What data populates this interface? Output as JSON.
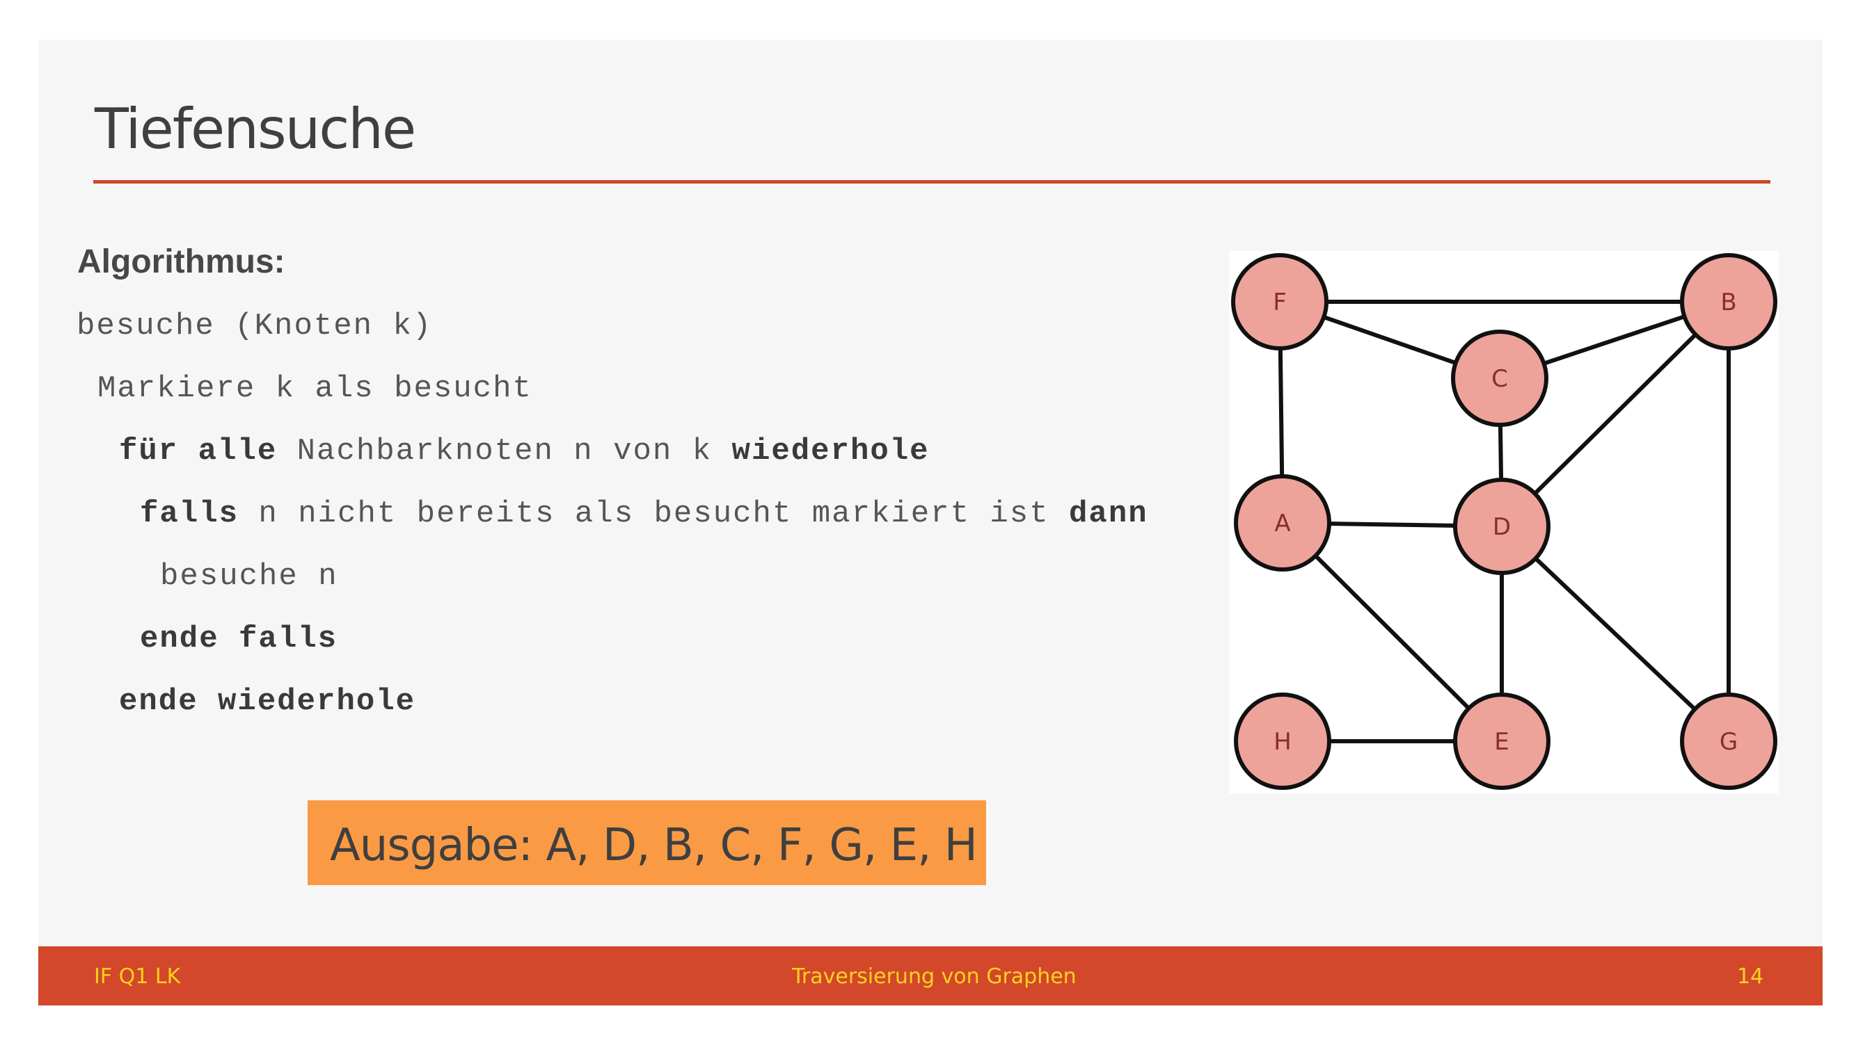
{
  "slide": {
    "title": "Tiefensuche",
    "algorithm_heading": "Algorithmus:",
    "code": {
      "line1": "besuche (Knoten k)",
      "line2": "Markiere k als besucht",
      "line3_kw1": "für alle",
      "line3_text": " Nachbarknoten n von k ",
      "line3_kw2": "wiederhole",
      "line4_kw1": "falls",
      "line4_text": " n nicht bereits als besucht markiert ist ",
      "line4_kw2": "dann",
      "line5": "besuche n",
      "line6": "ende falls",
      "line7": "ende wiederhole"
    },
    "output": "Ausgabe: A, D, B, C, F, G, E, H"
  },
  "graph": {
    "nodes": [
      "F",
      "B",
      "C",
      "A",
      "D",
      "H",
      "E",
      "G"
    ],
    "edges": [
      [
        "F",
        "B"
      ],
      [
        "F",
        "C"
      ],
      [
        "C",
        "B"
      ],
      [
        "F",
        "A"
      ],
      [
        "C",
        "D"
      ],
      [
        "D",
        "B"
      ],
      [
        "B",
        "G"
      ],
      [
        "A",
        "D"
      ],
      [
        "A",
        "E"
      ],
      [
        "D",
        "E"
      ],
      [
        "D",
        "G"
      ],
      [
        "H",
        "E"
      ]
    ],
    "node_fill": "#eda39a",
    "edge_color": "#111111"
  },
  "footer": {
    "left": "IF Q1 LK",
    "center": "Traversierung von Graphen",
    "page_number": "14"
  },
  "colors": {
    "accent": "#d3472a",
    "highlight": "#fb9a45",
    "footer_text": "#f8d21e"
  }
}
